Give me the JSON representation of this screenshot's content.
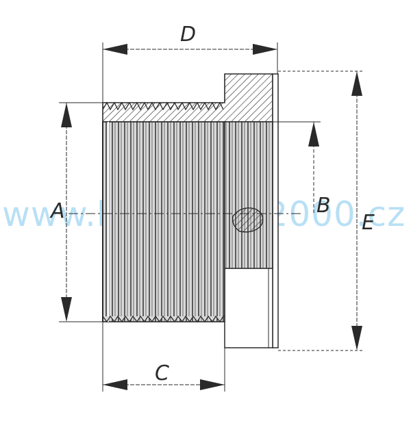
{
  "labels": {
    "a": "A",
    "b": "B",
    "c": "C",
    "d": "D",
    "e": "E"
  },
  "watermark": "www.hadice-vs2000.cz",
  "colors": {
    "line": "#2a2a2a",
    "watermark": "#7fc8ee"
  }
}
